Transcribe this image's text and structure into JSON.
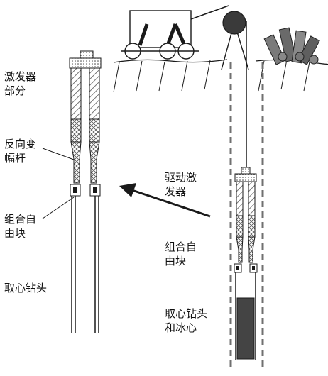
{
  "labels": {
    "exciter_part": [
      "激发器",
      "部分"
    ],
    "reverse_horn": [
      "反向变",
      "幅杆"
    ],
    "combined_free_block_left": [
      "组合自",
      "由块"
    ],
    "core_bit_left": "取心钻头",
    "drive_exciter": [
      "驱动激",
      "发器"
    ],
    "combined_free_block_right": [
      "组合自",
      "由块"
    ],
    "core_bit_and_ice_core": [
      "取心钻头",
      "和冰心"
    ]
  },
  "colors": {
    "line": "#1a1a1a",
    "hatch": "#555555",
    "dashed_casing": "#707070",
    "ice_core": "#444444",
    "pulley": "#3a3a3a",
    "cable": "#1a1a1a"
  },
  "icons": {
    "winch_truck": "truck-icon",
    "pulley": "pulley-wheel-icon",
    "pipe_pile": "drill-pipe-stack-icon",
    "arrow": "arrow-up-left-icon"
  }
}
